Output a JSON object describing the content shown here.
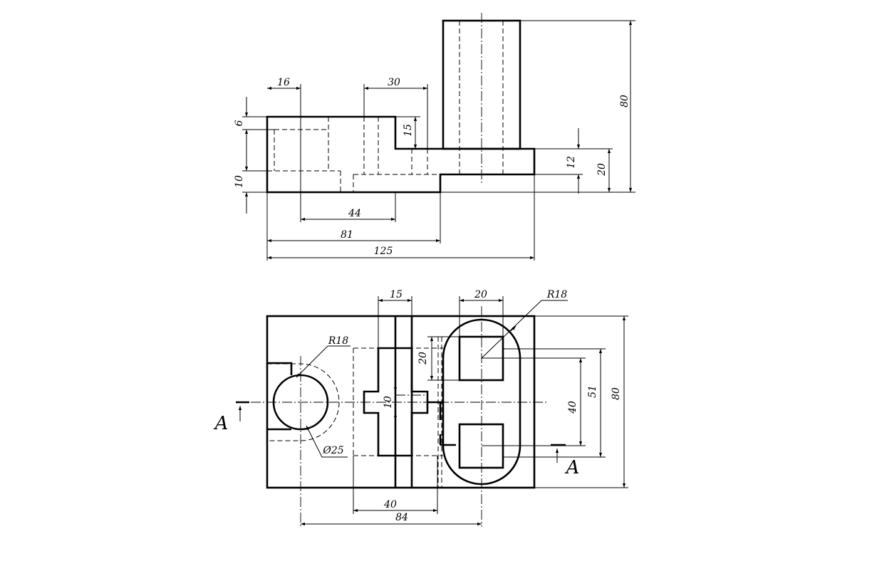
{
  "front_view": {
    "dims": {
      "d16": "16",
      "d30": "30",
      "d80": "80",
      "d6": "6",
      "d15": "15",
      "d10": "10",
      "d12": "12",
      "d20": "20",
      "d44": "44",
      "d81": "81",
      "d125": "125"
    }
  },
  "top_view": {
    "dims": {
      "d15": "15",
      "d20_top": "20",
      "r18_right": "R18",
      "r18_left": "R18",
      "d20_left": "20",
      "d10": "10",
      "d40_v": "40",
      "d51": "51",
      "d80": "80",
      "dia25": "Ø25",
      "d40_h": "40",
      "d84": "84"
    },
    "section_labels": {
      "left": "A",
      "right": "A"
    }
  }
}
